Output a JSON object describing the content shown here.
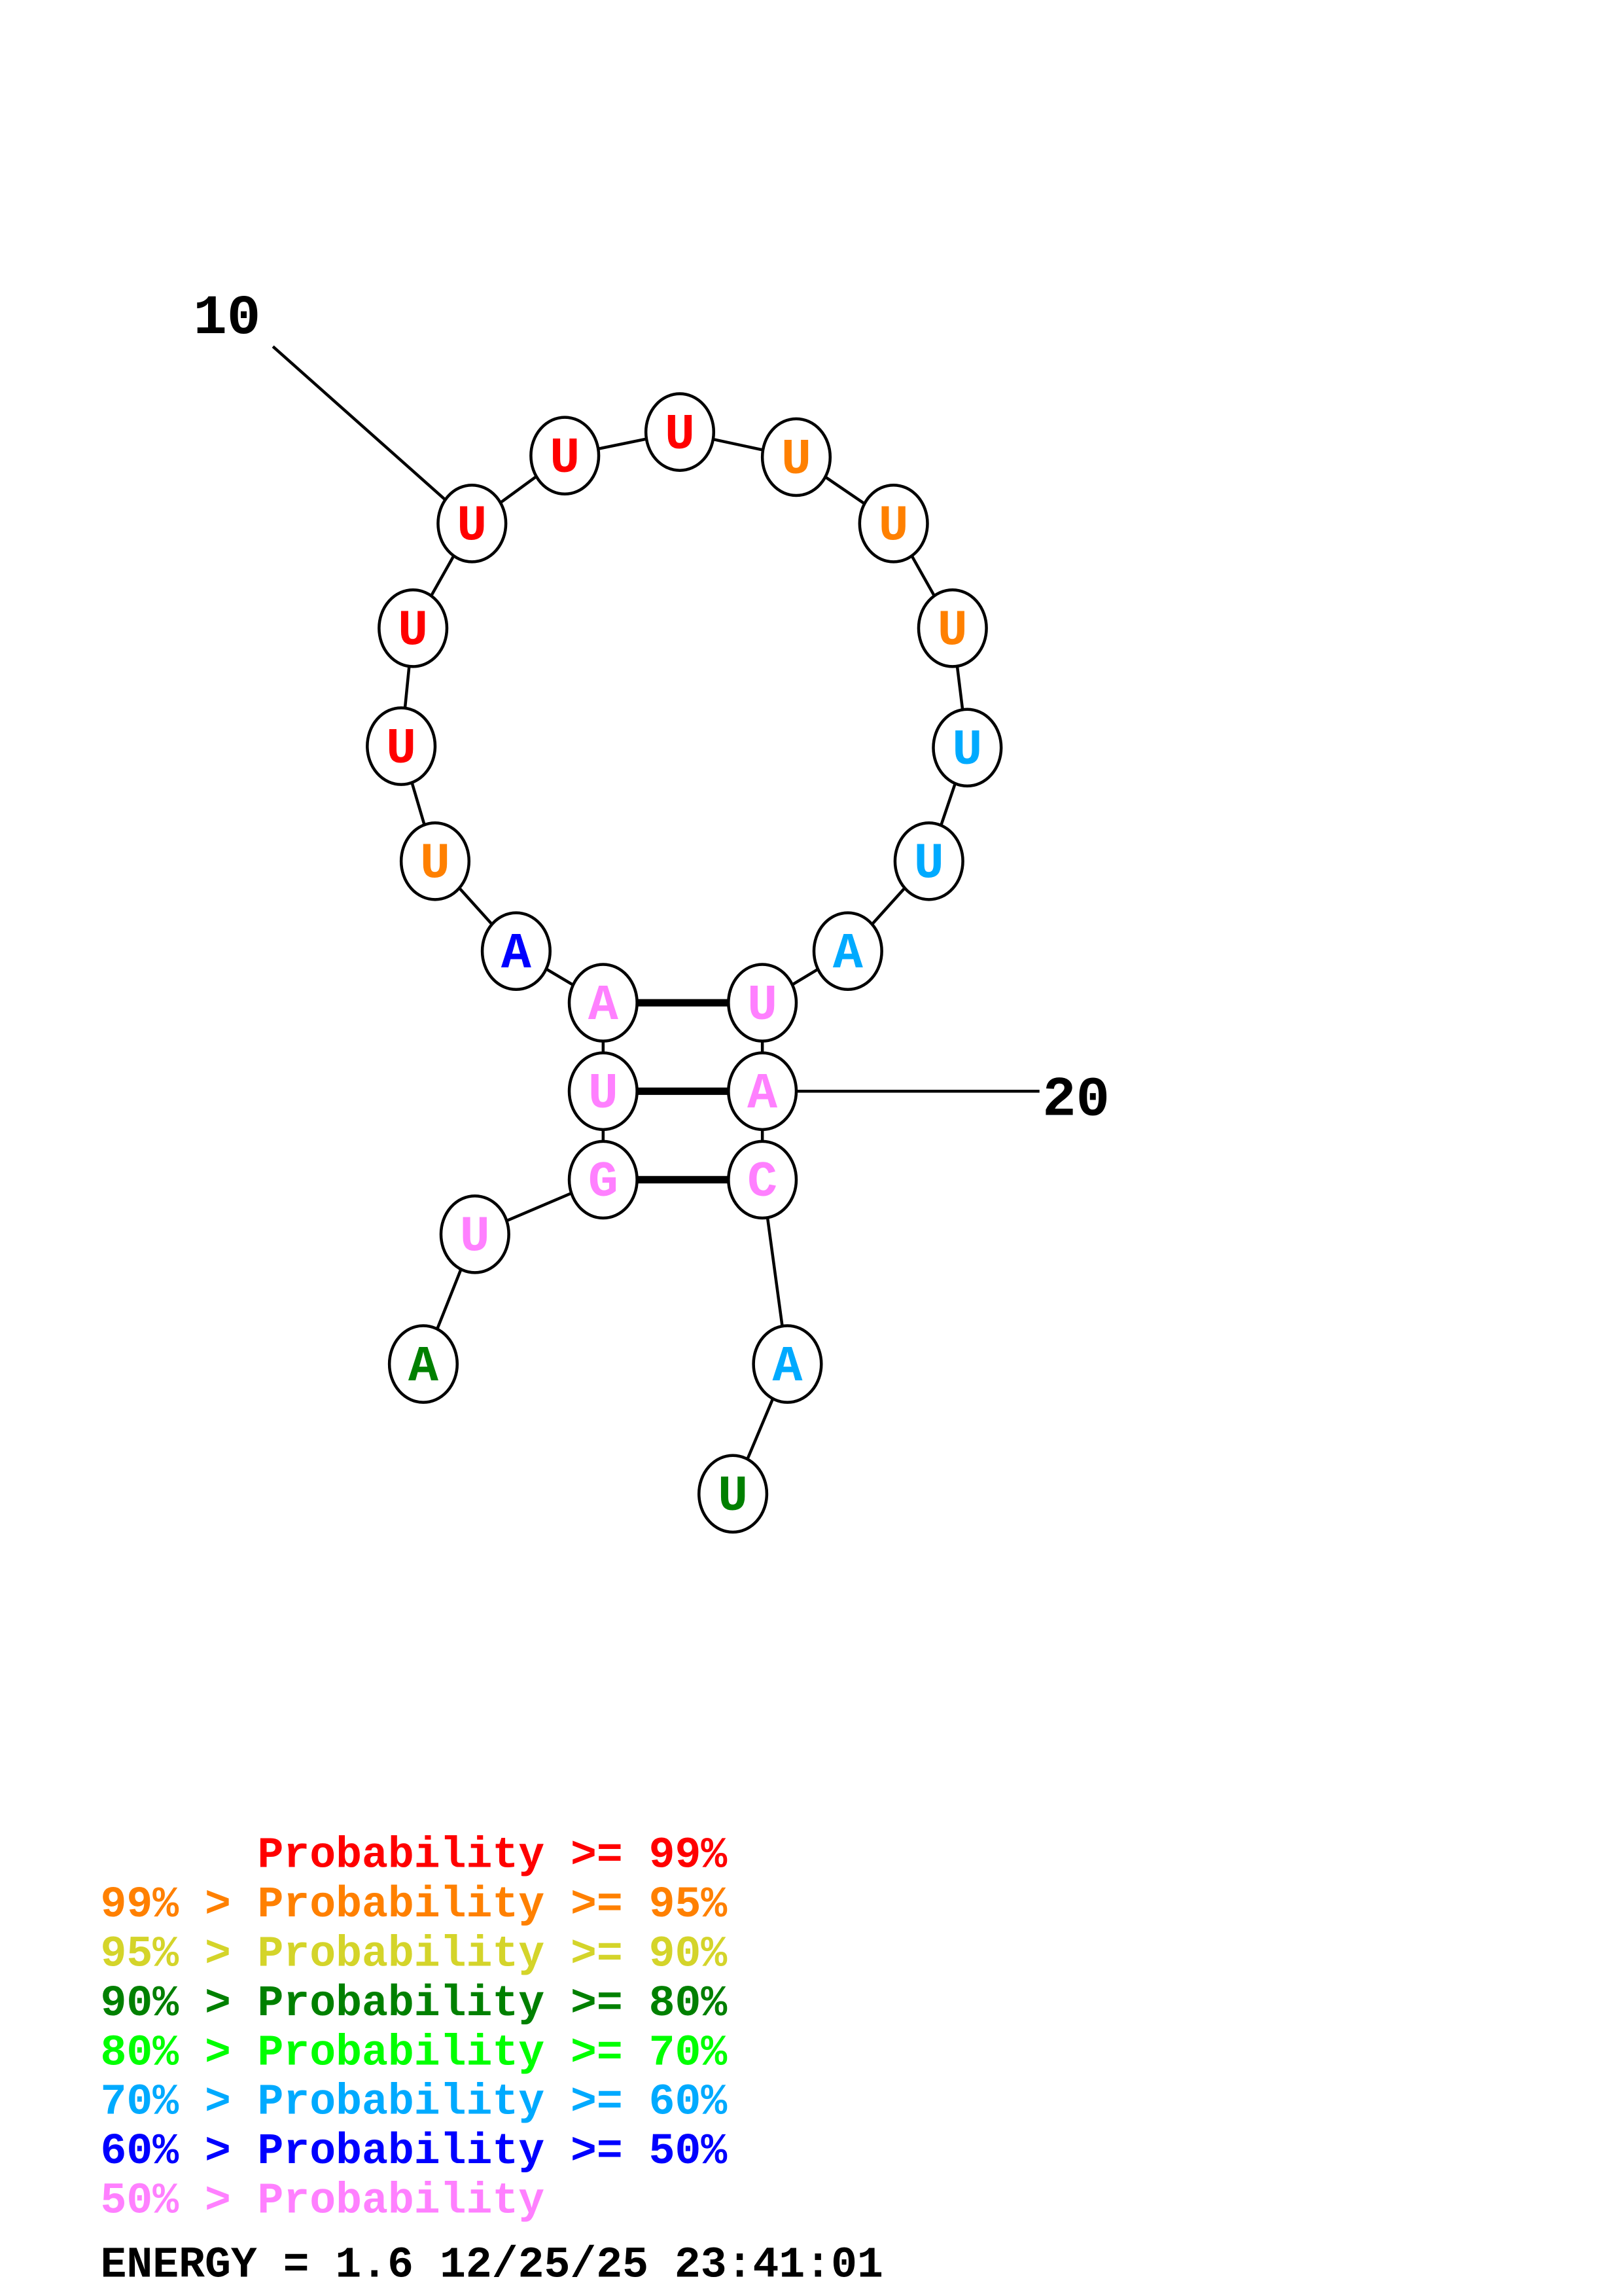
{
  "colors": {
    "p99": "#ff0000",
    "p95": "#ff8000",
    "p90": "#d4d42a",
    "p80": "#008000",
    "p70": "#00ff00",
    "p60": "#00aaff",
    "p50": "#0000ff",
    "plow": "#ff80ff"
  },
  "sequence": [
    {
      "base": "A",
      "prob": "p80"
    },
    {
      "base": "U",
      "prob": "plow"
    },
    {
      "base": "G",
      "prob": "plow"
    },
    {
      "base": "U",
      "prob": "plow"
    },
    {
      "base": "A",
      "prob": "plow"
    },
    {
      "base": "A",
      "prob": "p50"
    },
    {
      "base": "U",
      "prob": "p95"
    },
    {
      "base": "U",
      "prob": "p99"
    },
    {
      "base": "U",
      "prob": "p99"
    },
    {
      "base": "U",
      "prob": "p99"
    },
    {
      "base": "U",
      "prob": "p99"
    },
    {
      "base": "U",
      "prob": "p99"
    },
    {
      "base": "U",
      "prob": "p95"
    },
    {
      "base": "U",
      "prob": "p95"
    },
    {
      "base": "U",
      "prob": "p95"
    },
    {
      "base": "U",
      "prob": "p60"
    },
    {
      "base": "U",
      "prob": "p60"
    },
    {
      "base": "A",
      "prob": "p60"
    },
    {
      "base": "U",
      "prob": "plow"
    },
    {
      "base": "A",
      "prob": "plow"
    },
    {
      "base": "C",
      "prob": "plow"
    },
    {
      "base": "A",
      "prob": "p60"
    },
    {
      "base": "U",
      "prob": "p80"
    }
  ],
  "pairs": [
    [
      3,
      21
    ],
    [
      4,
      20
    ],
    [
      5,
      19
    ]
  ],
  "position_labels": [
    {
      "index": 10,
      "text": "10"
    },
    {
      "index": 20,
      "text": "20"
    }
  ],
  "legend": [
    {
      "prefix": "",
      "label": "Probability >= 99%",
      "color": "p99"
    },
    {
      "prefix": "99% > ",
      "label": "Probability >= 95%",
      "color": "p95"
    },
    {
      "prefix": "95% > ",
      "label": "Probability >= 90%",
      "color": "p90"
    },
    {
      "prefix": "90% > ",
      "label": "Probability >= 80%",
      "color": "p80"
    },
    {
      "prefix": "80% > ",
      "label": "Probability >= 70%",
      "color": "p70"
    },
    {
      "prefix": "70% > ",
      "label": "Probability >= 60%",
      "color": "p60"
    },
    {
      "prefix": "60% > ",
      "label": "Probability >= 50%",
      "color": "p50"
    },
    {
      "prefix": "50% > ",
      "label": "Probability",
      "color": "plow"
    }
  ],
  "footer": {
    "energy": "ENERGY = 1.6",
    "timestamp": "12/25/25 23:41:01"
  }
}
